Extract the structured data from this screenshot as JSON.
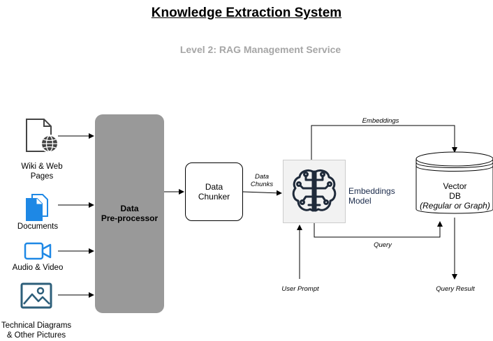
{
  "title": "Knowledge Extraction System",
  "subtitle": "Level 2: RAG Management Service",
  "sources": [
    {
      "label_line1": "Wiki & Web",
      "label_line2": "Pages",
      "icon": "web-page-icon"
    },
    {
      "label_line1": "Documents",
      "label_line2": "",
      "icon": "documents-icon"
    },
    {
      "label_line1": "Audio & Video",
      "label_line2": "",
      "icon": "video-camera-icon"
    },
    {
      "label_line1": "Technical Diagrams",
      "label_line2": "& Other Pictures",
      "icon": "picture-icon"
    }
  ],
  "preprocessor": {
    "line1": "Data",
    "line2": "Pre-processor"
  },
  "chunker": {
    "line1": "Data",
    "line2": "Chunker"
  },
  "edge_data_chunks": {
    "line1": "Data",
    "line2": "Chunks"
  },
  "model": {
    "line1": "Embeddings",
    "line2": "Model",
    "icon": "brain-circuit-icon"
  },
  "vector_db": {
    "line1": "Vector",
    "line2": "DB",
    "line3": "(Regular or Graph)",
    "icon": "database-cylinder-icon"
  },
  "edge_embeddings": "Embeddings",
  "edge_query": "Query",
  "user_prompt": "User Prompt",
  "query_result": "Query Result",
  "colors": {
    "preprocessor_fill": "#999999",
    "icon_blue": "#1e88e5",
    "model_box": "#f2f2f2",
    "subtitle": "#a6a6a6"
  }
}
